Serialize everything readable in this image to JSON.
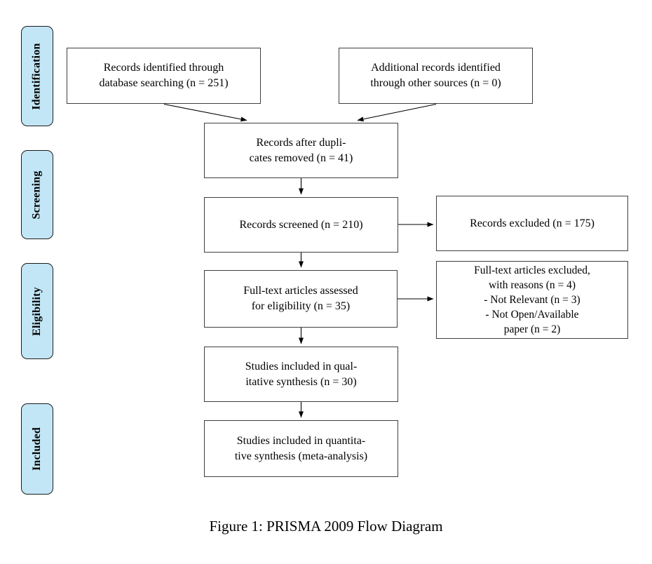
{
  "figure": {
    "caption": "Figure 1: PRISMA 2009 Flow Diagram"
  },
  "stages": [
    {
      "label": "Identification"
    },
    {
      "label": "Screening"
    },
    {
      "label": "Eligibility"
    },
    {
      "label": "Included"
    }
  ],
  "boxes": {
    "records_identified": {
      "lines": [
        "Records identified through",
        "database searching (n = 251)"
      ]
    },
    "additional_records": {
      "lines": [
        "Additional records identified",
        "through other sources (n = 0)"
      ]
    },
    "duplicates_removed": {
      "lines": [
        "Records after dupli-",
        "cates removed (n = 41)"
      ]
    },
    "records_screened": {
      "lines": [
        "Records screened (n = 210)"
      ]
    },
    "records_excluded": {
      "lines": [
        "Records excluded (n = 175)"
      ]
    },
    "fulltext_assessed": {
      "lines": [
        "Full-text articles assessed",
        "for eligibility (n = 35)"
      ]
    },
    "fulltext_excluded": {
      "lines": [
        "Full-text articles excluded,",
        "with reasons (n = 4)",
        "- Not Relevant (n = 3)",
        "- Not Open/Available",
        "paper (n = 2)"
      ]
    },
    "qualitative": {
      "lines": [
        "Studies included in qual-",
        "itative synthesis (n = 30)"
      ]
    },
    "quantitative": {
      "lines": [
        "Studies included in quantita-",
        "tive synthesis (meta-analysis)"
      ]
    }
  },
  "colors": {
    "stage_fill": "#c2e6f6",
    "stage_border": "#1c1c1c",
    "box_border": "#3f3f3f",
    "arrow": "#000000"
  }
}
